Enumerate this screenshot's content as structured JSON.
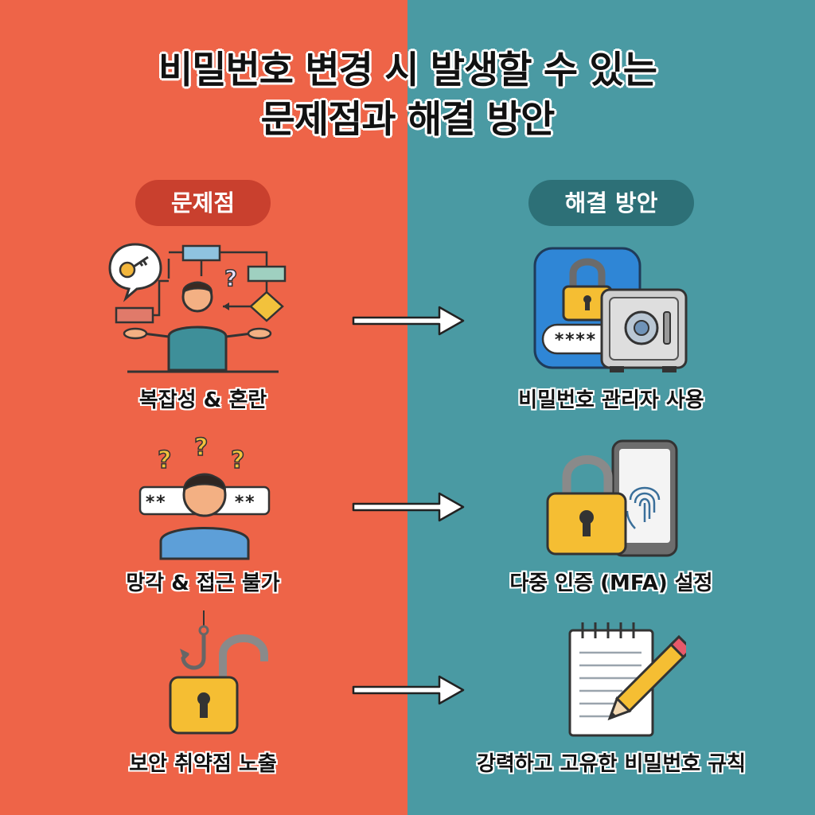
{
  "title": {
    "line1": "비밀번호 변경 시 발생할 수 있는",
    "line2": "문제점과 해결 방안"
  },
  "headers": {
    "problems": "문제점",
    "solutions": "해결 방안"
  },
  "rows": [
    {
      "problem": "복잡성 & 혼란",
      "solution": "비밀번호 관리자 사용",
      "problem_icon": "confused-person-flowchart-icon",
      "solution_icon": "password-manager-vault-icon"
    },
    {
      "problem": "망각 & 접근 불가",
      "solution": "다중 인증 (MFA) 설정",
      "problem_icon": "forgotten-password-person-icon",
      "solution_icon": "padlock-fingerprint-phone-icon"
    },
    {
      "problem": "보안 취약점 노출",
      "solution": "강력하고 고유한 비밀번호 규칙",
      "problem_icon": "phishing-hook-open-lock-icon",
      "solution_icon": "notepad-pencil-icon"
    }
  ],
  "masked": {
    "stars_left": "**",
    "stars_right": "**",
    "stars_manager": "****"
  },
  "colors": {
    "left_bg": "#ee6448",
    "right_bg": "#4a9aa3",
    "left_pill": "#c9402e",
    "right_pill": "#2d7077"
  }
}
